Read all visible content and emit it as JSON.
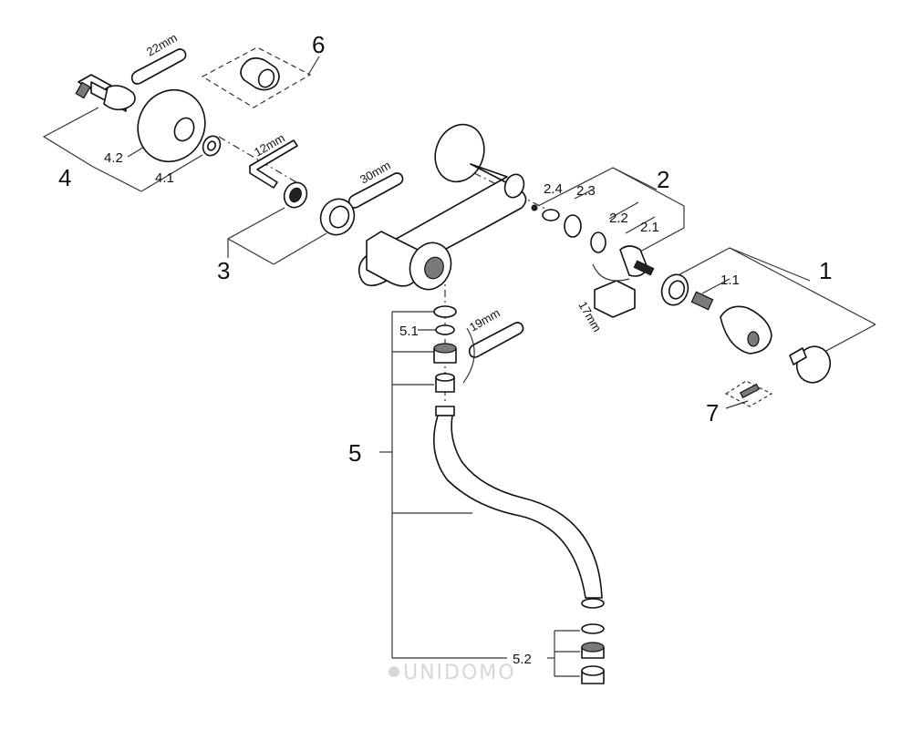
{
  "callouts": {
    "c1": "1",
    "c1_1": "1.1",
    "c2": "2",
    "c2_1": "2.1",
    "c2_2": "2.2",
    "c2_3": "2.3",
    "c2_4": "2.4",
    "c3": "3",
    "c4": "4",
    "c4_1": "4.1",
    "c4_2": "4.2",
    "c5": "5",
    "c5_1": "5.1",
    "c5_2": "5.2",
    "c6": "6",
    "c7": "7"
  },
  "tools": {
    "t22": "22mm",
    "t12": "12mm",
    "t30": "30mm",
    "t17": "17mm",
    "t19": "19mm"
  },
  "watermark": "UNIDOMO"
}
